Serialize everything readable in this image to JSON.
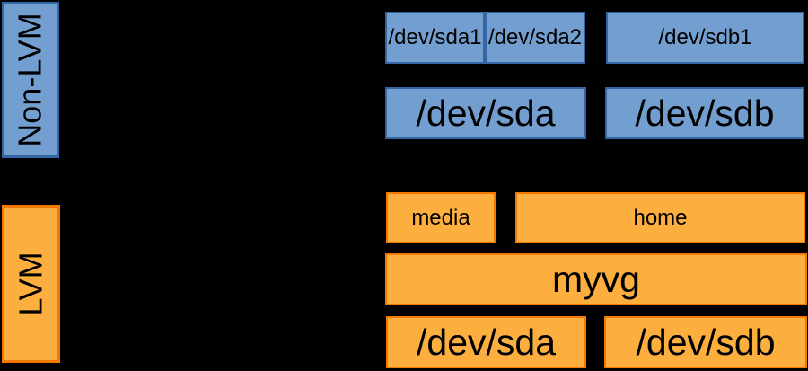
{
  "colors": {
    "background": "#000000",
    "blue_fill": "#729FCF",
    "blue_border": "#3465A4",
    "orange_fill": "#FCAF3E",
    "orange_border": "#F57900",
    "text": "#000000"
  },
  "non_lvm": {
    "section_label": "Non-LVM",
    "partitions": [
      {
        "label": "/dev/sda1"
      },
      {
        "label": "/dev/sda2"
      },
      {
        "label": "/dev/sdb1"
      }
    ],
    "disks": [
      {
        "label": "/dev/sda"
      },
      {
        "label": "/dev/sdb"
      }
    ]
  },
  "lvm": {
    "section_label": "LVM",
    "logical_volumes": [
      {
        "label": "media"
      },
      {
        "label": "home"
      }
    ],
    "volume_group": {
      "label": "myvg"
    },
    "physical_volumes": [
      {
        "label": "/dev/sda"
      },
      {
        "label": "/dev/sdb"
      }
    ]
  }
}
